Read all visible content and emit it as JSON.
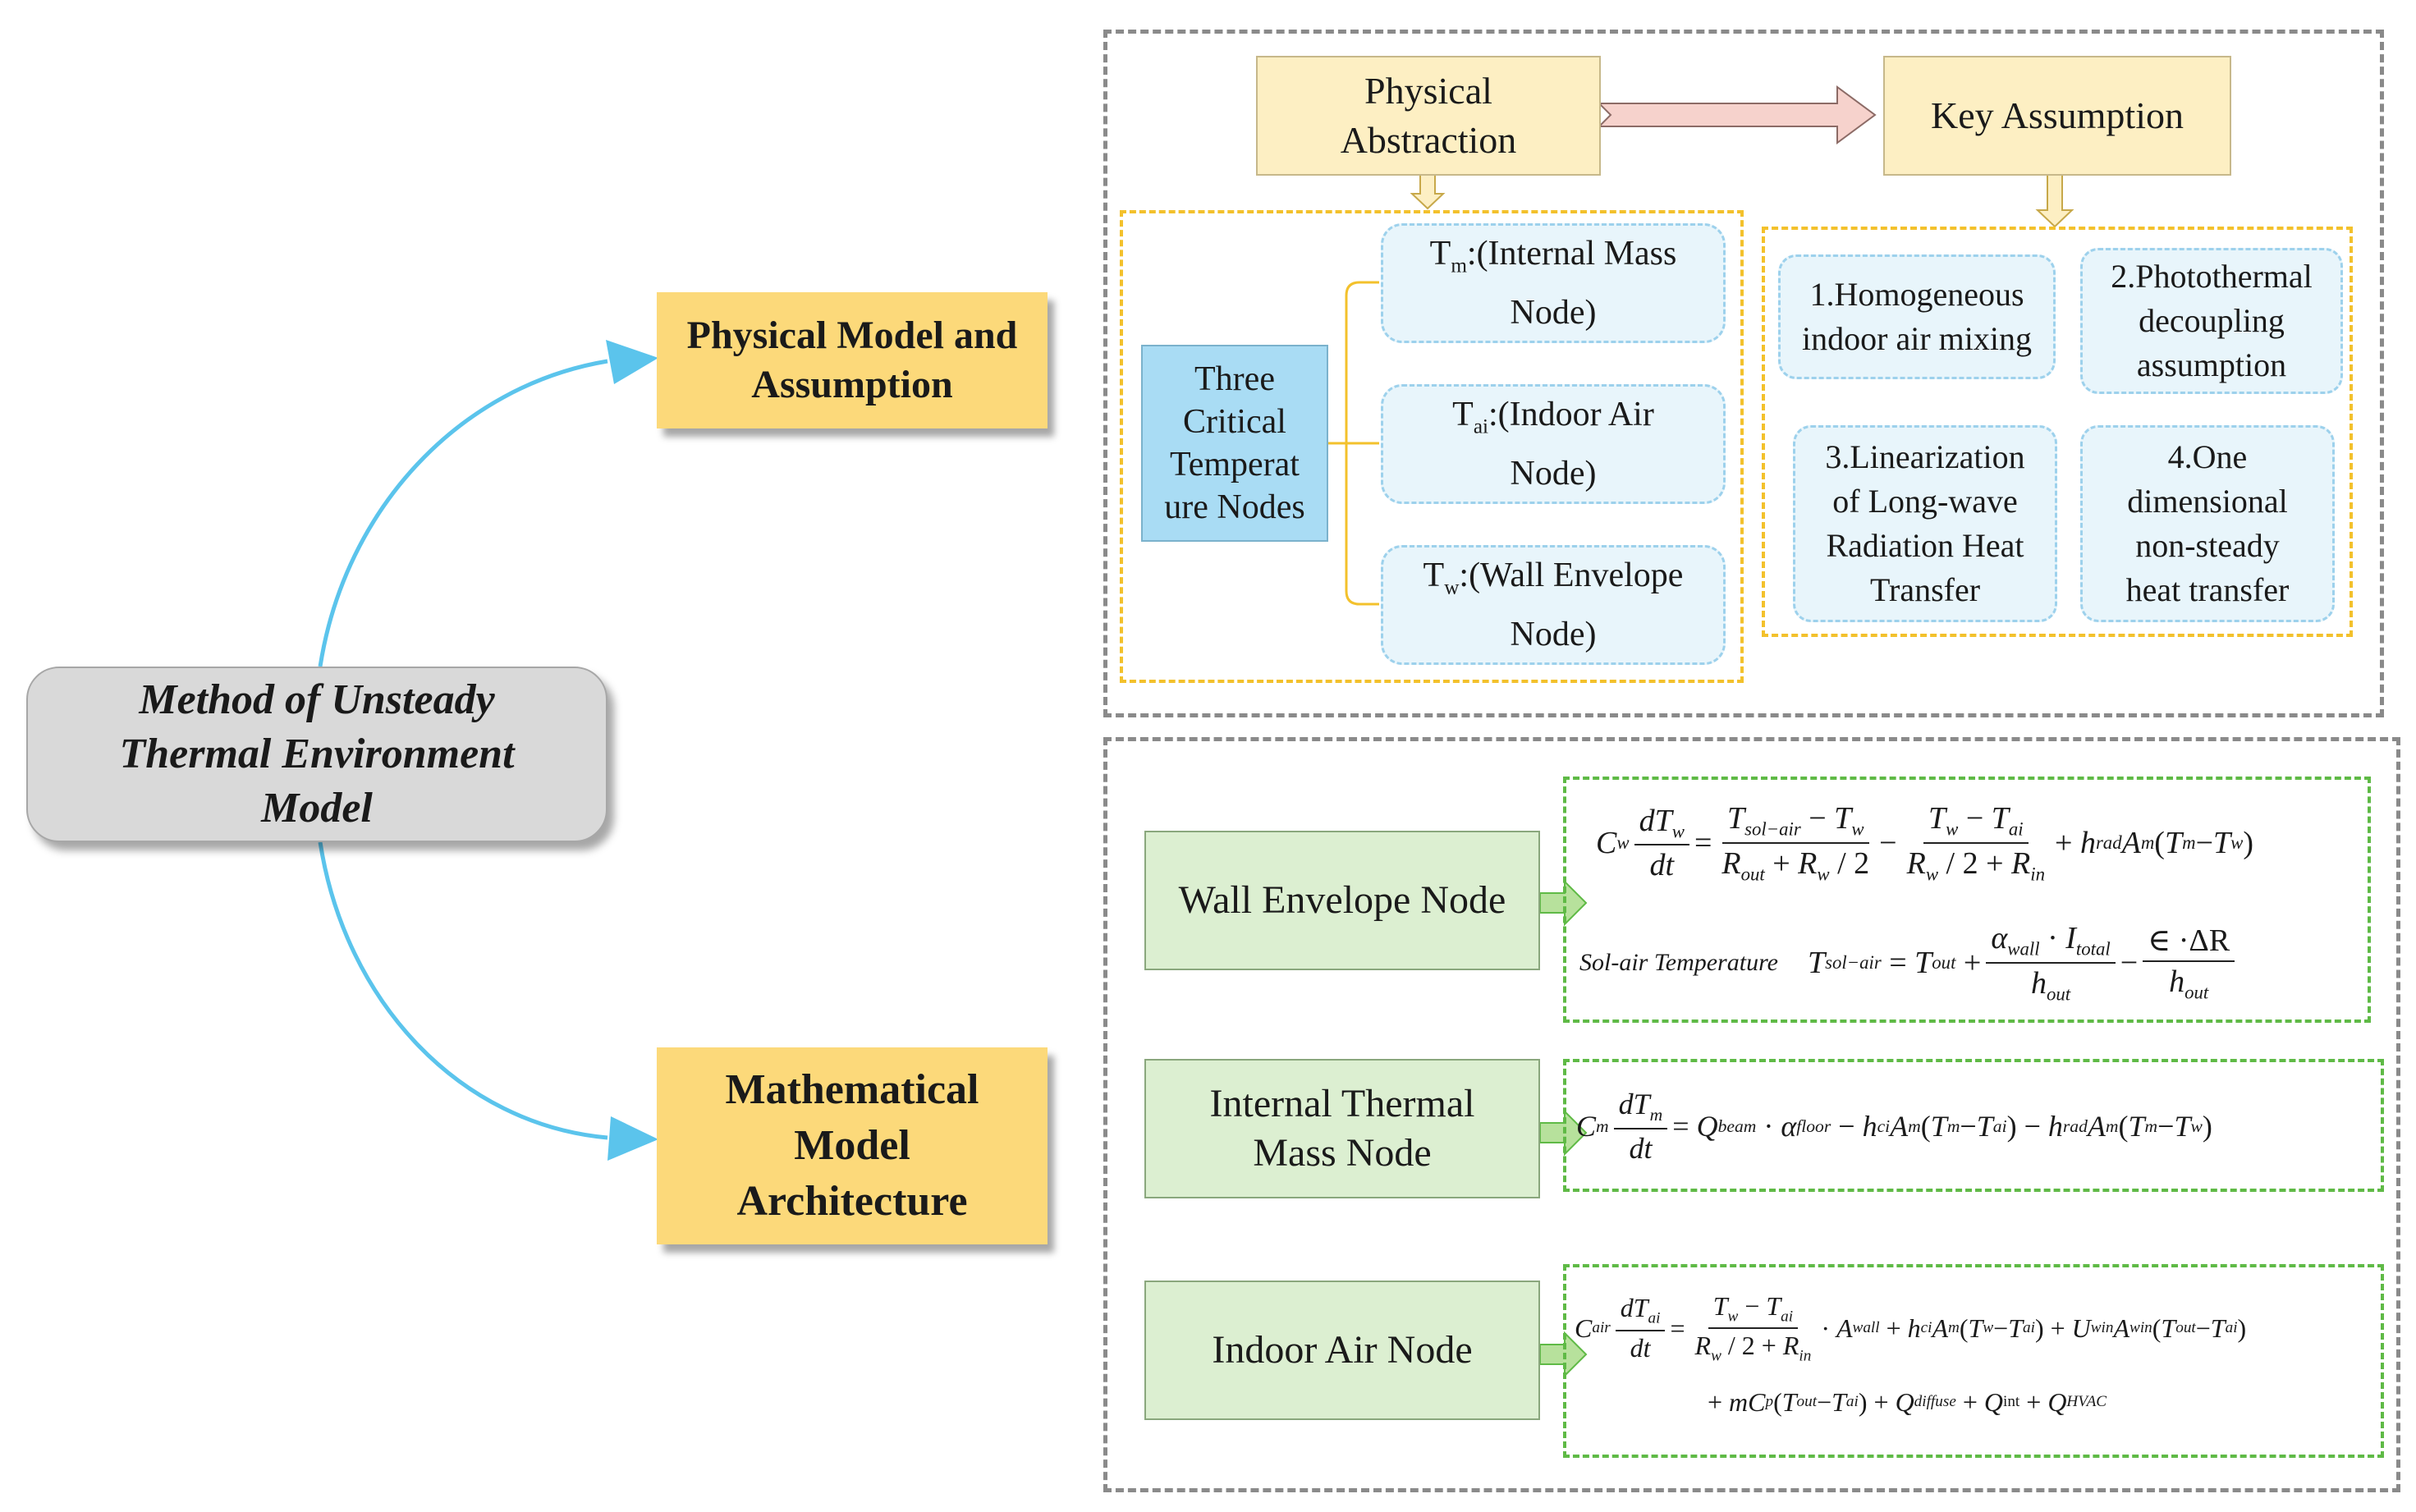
{
  "root": {
    "line1": "Method of Unsteady",
    "line2": "Thermal Environment",
    "line3": "Model"
  },
  "branches": {
    "physical": {
      "line1": "Physical Model and",
      "line2": "Assumption"
    },
    "mathematical": {
      "line1": "Mathematical",
      "line2": "Model",
      "line3": "Architecture"
    }
  },
  "physical": {
    "abstraction": {
      "line1": "Physical",
      "line2": "Abstraction"
    },
    "key_assumption": "Key Assumption",
    "critical_nodes": {
      "line1": "Three",
      "line2": "Critical",
      "line3": "Temperat",
      "line4": "ure Nodes"
    },
    "nodes": [
      {
        "symbol": "T",
        "sub": "m",
        "line1": ":(Internal Mass",
        "line2": "Node)"
      },
      {
        "symbol": "T",
        "sub": "ai",
        "line1": ":(Indoor Air",
        "line2": "Node)"
      },
      {
        "symbol": "T",
        "sub": "w",
        "line1": ":(Wall Envelope",
        "line2": "Node)"
      }
    ],
    "assumptions": [
      {
        "line1": "1.Homogeneous",
        "line2": "indoor air mixing"
      },
      {
        "line1": "2.Photothermal",
        "line2": "decoupling",
        "line3": "assumption"
      },
      {
        "line1": "3.Linearization",
        "line2": "of Long-wave",
        "line3": "Radiation Heat",
        "line4": "Transfer"
      },
      {
        "line1": "4.One",
        "line2": "dimensional",
        "line3": "non-steady",
        "line4": "heat transfer"
      }
    ]
  },
  "math": {
    "wall_node": "Wall Envelope Node",
    "mass_node": {
      "line1": "Internal Thermal",
      "line2": "Mass Node"
    },
    "air_node": "Indoor Air Node",
    "sol_air_label": "Sol-air Temperature"
  },
  "colors": {
    "connector": "#5bc4ec",
    "branch_fill": "#fcd97a",
    "yellow_dash": "#f3c12c",
    "green_dash": "#5fba46",
    "gray_dash": "#8a8a8a"
  }
}
